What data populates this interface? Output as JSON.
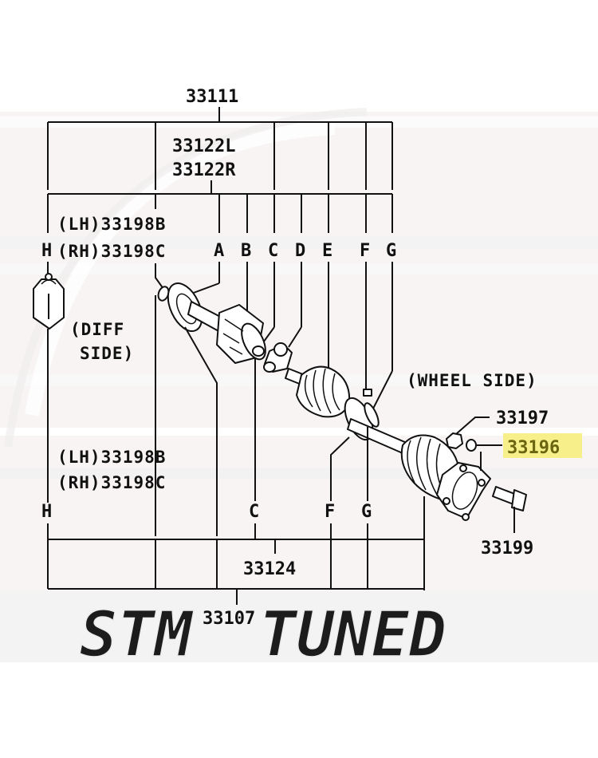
{
  "diagram": {
    "type": "parts-exploded-view",
    "subject": "Drive shaft assembly",
    "highlight_color": "#f7f08a",
    "highlight_text_color": "#6b6410",
    "watermark": {
      "text_left": "STM",
      "text_right": "TUNED"
    },
    "assembly_labels": {
      "top_assembly": "33111",
      "inner_joint_l": "33122L",
      "inner_joint_r": "33122R",
      "shaft_assembly": "33124",
      "complete_assembly": "33107"
    },
    "letters": {
      "top": [
        "H",
        "A",
        "B",
        "C",
        "D",
        "E",
        "F",
        "G"
      ],
      "bottom": [
        "H",
        "C",
        "F",
        "G"
      ]
    },
    "circlip_labels": {
      "upper_lh": "(LH)33198B",
      "upper_rh": "(RH)33198C",
      "lower_lh": "(LH)33198B",
      "lower_rh": "(RH)33198C"
    },
    "side_labels": {
      "diff_side_line1": "(DIFF",
      "diff_side_line2": "SIDE)",
      "wheel_side": "(WHEEL SIDE)"
    },
    "hardware_labels": {
      "nut": "33197",
      "washer": "33196",
      "bolt": "33199"
    },
    "highlighted_part": "33196"
  }
}
